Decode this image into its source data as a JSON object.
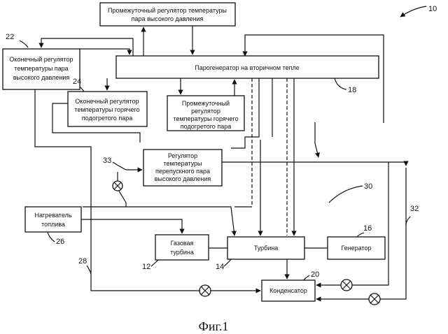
{
  "figure": {
    "caption": "Фиг.1",
    "ref_overall": "10"
  },
  "boxes": {
    "hp_intermediate": {
      "line1": "Промежуточный регулятор температуры",
      "line2": "пара высокого давления"
    },
    "hp_final": {
      "line1": "Оконечный регулятор",
      "line2": "температуры пара",
      "line3": "высокого давления"
    },
    "hrsg": {
      "label": "Парогенератор на вторичном тепле"
    },
    "reheat_final": {
      "line1": "Оконечный регулятор",
      "line2": "температуры горячего",
      "line3": "подогретого пара"
    },
    "reheat_intermediate": {
      "line1": "Промежуточный",
      "line2": "регулятор",
      "line3": "температуры горячего",
      "line4": "подогретого пара"
    },
    "bypass": {
      "line1": "Регулятор",
      "line2": "температуры",
      "line3": "перепускного пара",
      "line4": "высокого давления"
    },
    "fuel_heater": {
      "line1": "Нагреватель",
      "line2": "топлива"
    },
    "gas_turbine": {
      "line1": "Газовая",
      "line2": "турбина"
    },
    "turbine": {
      "label": "Турбина"
    },
    "generator": {
      "label": "Генератор"
    },
    "condenser": {
      "label": "Конденсатор"
    }
  },
  "refs": {
    "r10": "10",
    "r12": "12",
    "r14": "14",
    "r16": "16",
    "r18": "18",
    "r20": "20",
    "r22": "22",
    "r24": "24",
    "r26": "26",
    "r28": "28",
    "r30": "30",
    "r32": "32",
    "r33": "33"
  }
}
